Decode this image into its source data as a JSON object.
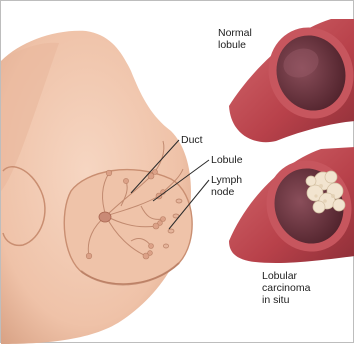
{
  "labels": {
    "normal_lobule": "Normal\nlobule",
    "duct": "Duct",
    "lobule": "Lobule",
    "lymph_node": "Lymph\nnode",
    "lcis": "Lobular\ncarcinoma\nin situ"
  },
  "colors": {
    "skin": "#f0c6ae",
    "skin_shadow": "#d9a386",
    "tissue_outer": "#b8414a",
    "tissue_inner": "#7a3d4a",
    "lumen": "#5e2a35",
    "tumor": "#f2e4cf"
  }
}
